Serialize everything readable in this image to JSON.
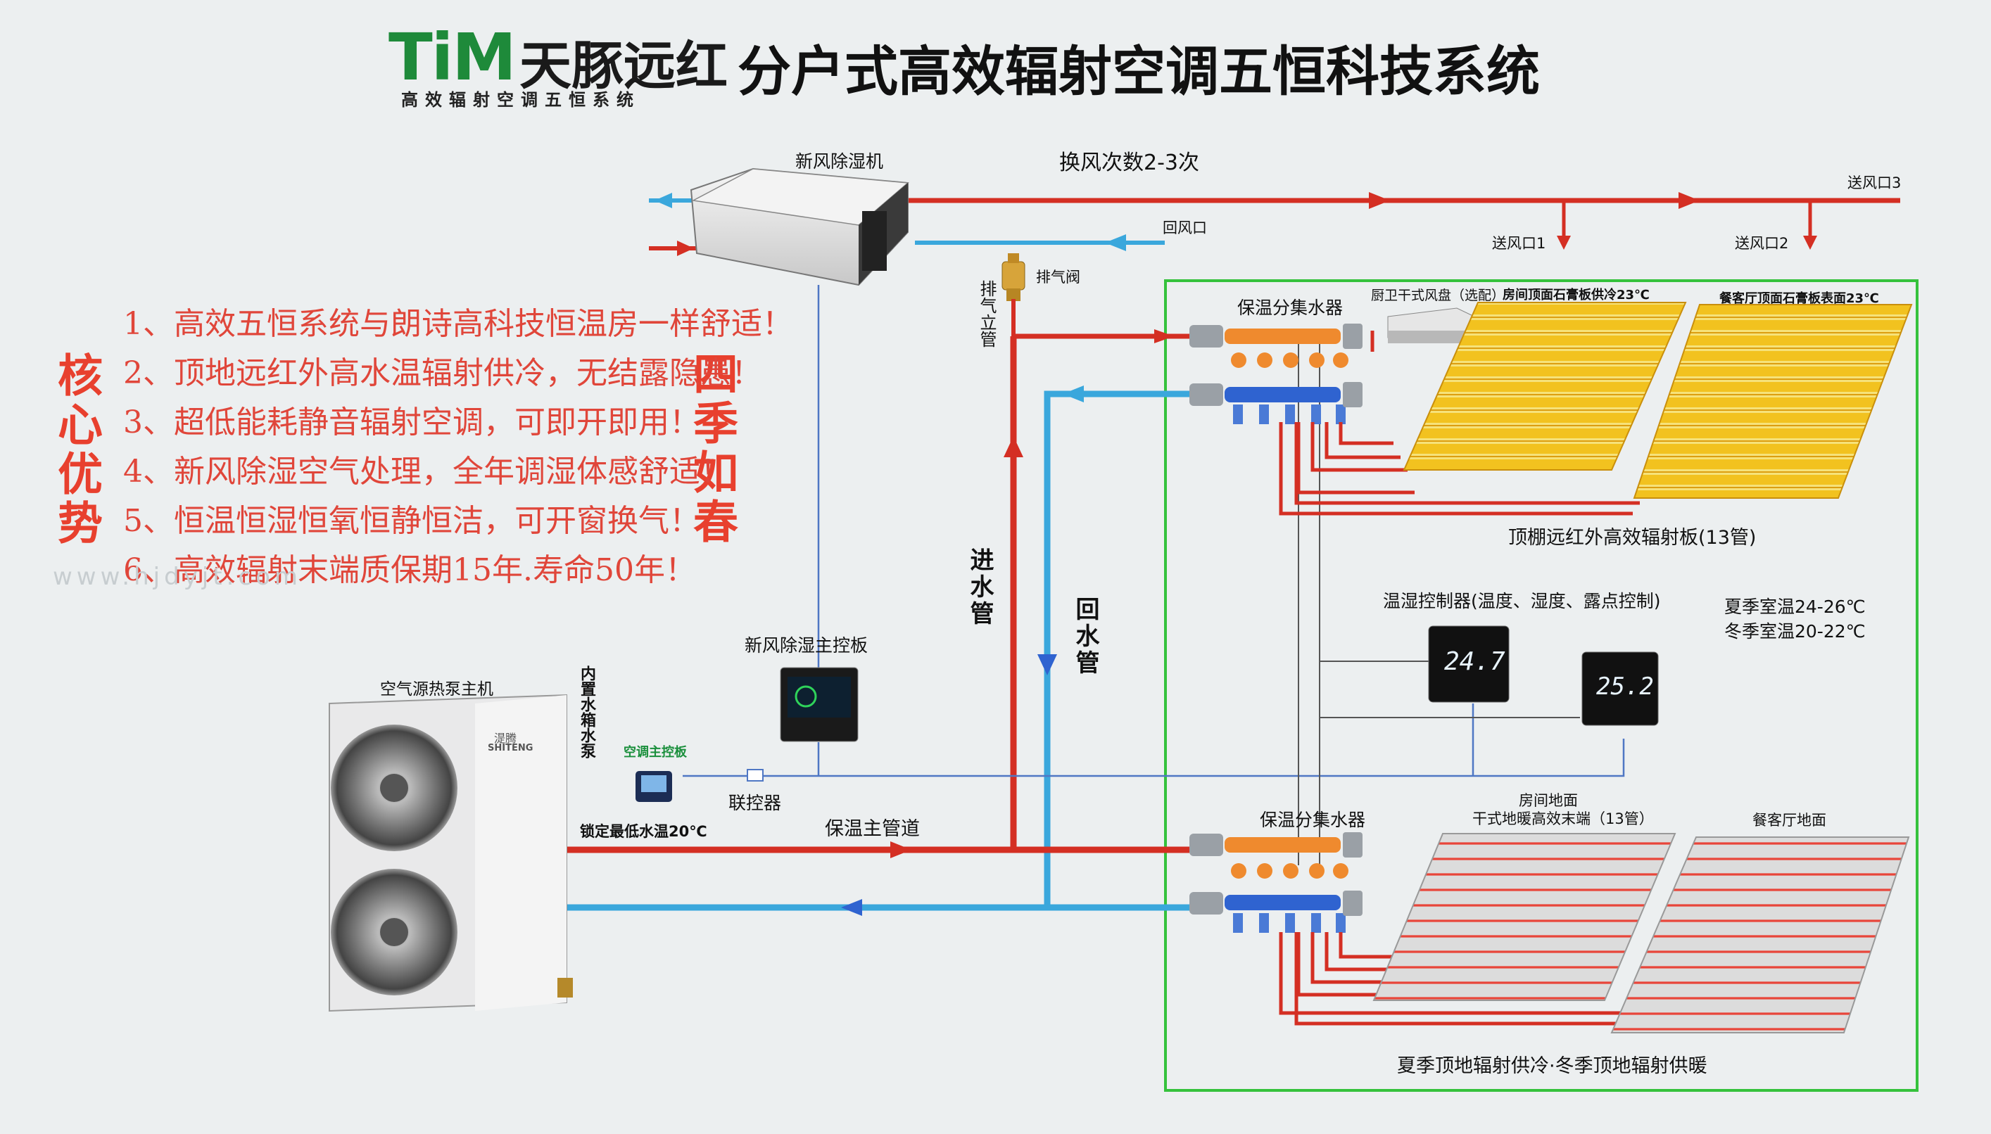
{
  "logo": {
    "brand_latin": "TiM",
    "brand_cn": "天豚远红",
    "subtitle": "高效辐射空调五恒系统"
  },
  "title": "分户式高效辐射空调五恒科技系统",
  "fresh_air": {
    "unit_label": "新风除湿机",
    "air_change": "换风次数2-3次",
    "return_vent": "回风口",
    "supply_vents": [
      "送风口1",
      "送风口2",
      "送风口3"
    ],
    "exhaust_valve": "排气阀",
    "exhaust_riser": "排气立管"
  },
  "advantages_heading": "核心优势",
  "seasons_heading": "四季如春",
  "advantages": [
    "1、高效五恒系统与朗诗高科技恒温房一样舒适！",
    "2、顶地远红外高水温辐射供冷，无结露隐患！",
    "3、超低能耗静音辐射空调，可即开即用！",
    "4、新风除湿空气处理，全年调湿体感舒适！",
    "5、恒温恒湿恒氧恒静恒洁，可开窗换气！",
    "6、高效辐射末端质保期15年.寿命50年！"
  ],
  "watermark": "www.hjdyjt.com",
  "ceiling": {
    "manifold": "保温分集水器",
    "fan_coil": "厨卫干式风盘（选配）",
    "panel1": "房间顶面石膏板供冷23℃",
    "panel2": "餐客厅顶面石膏板表面23℃",
    "caption": "顶棚远红外高效辐射板(13管)"
  },
  "pipes": {
    "supply": "进水管",
    "return": "回水管",
    "main": "保温主管道"
  },
  "controls": {
    "thermostat_label": "温湿控制器(温度、湿度、露点控制)",
    "display1": "24.7",
    "display2": "25.2",
    "summer_temp": "夏季室温24-26℃",
    "winter_temp": "冬季室温20-22℃",
    "panel_label": "新风除湿主控板",
    "linker": "联控器",
    "ac_controller": "空调主控板"
  },
  "heat_pump": {
    "label": "空气源热泵主机",
    "tank_label": "内置水箱水泵",
    "brand_cn": "湜腾",
    "brand_en": "SHITENG",
    "min_temp": "锁定最低水温20℃"
  },
  "floor": {
    "manifold": "保温分集水器",
    "room_title": "房间地面",
    "room_sub": "干式地暖高效末端（13管）",
    "living": "餐客厅地面",
    "caption": "夏季顶地辐射供冷·冬季顶地辐射供暖"
  },
  "colors": {
    "hot": "#d42f23",
    "cold": "#3aa7dc",
    "ctrl": "#4f77c4",
    "frame": "#35c23c",
    "orange": "#ef8a2e",
    "blue": "#2f63d0"
  }
}
